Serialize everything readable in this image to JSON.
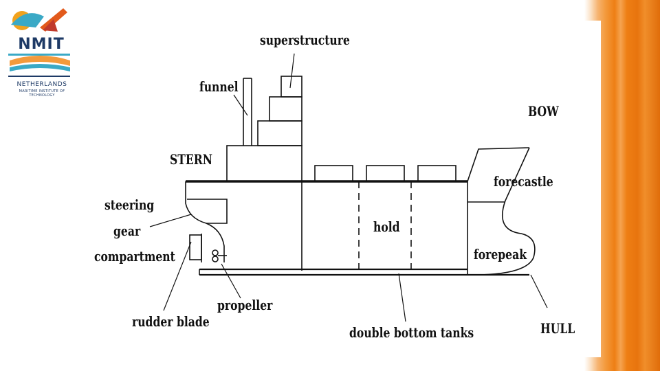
{
  "logo": {
    "name": "NMIT",
    "subtitle_line1": "NETHERLANDS",
    "subtitle_line2": "MARITIME INSTITUTE OF TECHNOLOGY"
  },
  "labels": {
    "superstructure": "superstructure",
    "funnel": "funnel",
    "bow": "BOW",
    "stern": "STERN",
    "forecastle": "forecastle",
    "steering_line1": "steering",
    "steering_line2": "gear",
    "steering_line3": "compartment",
    "hold": "hold",
    "forepeak": "forepeak",
    "propeller": "propeller",
    "rudder_blade": "rudder blade",
    "double_bottom_tanks": "double bottom tanks",
    "hull": "HULL"
  },
  "colors": {
    "accent_orange": "#ee7f14",
    "logo_blue": "#1e3a66"
  }
}
